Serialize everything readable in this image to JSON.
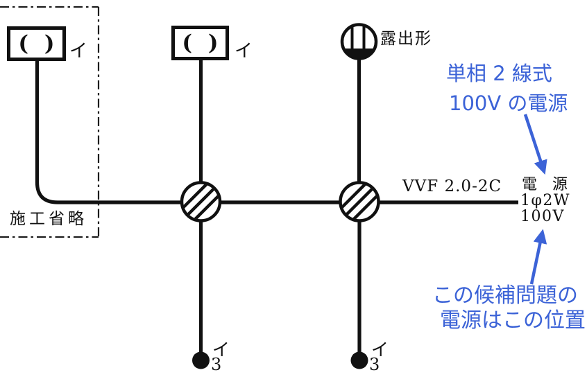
{
  "colors": {
    "ink": "#111111",
    "annotation": "#3c63d7"
  },
  "fixtures": {
    "omitted_section_label": "施工省略",
    "square_ceiling_1": {
      "symbol": "( )",
      "label": "イ"
    },
    "square_ceiling_2": {
      "symbol": "( )",
      "label": "イ"
    },
    "round_ceiling": {
      "label": "露出形"
    }
  },
  "cable": {
    "label": "VVF 2.0-2C"
  },
  "power_source": {
    "line1": "電　源",
    "line2": "1φ2W",
    "line3": "100V"
  },
  "switches": {
    "switch_1": {
      "label": "イ",
      "ways": "3"
    },
    "switch_2": {
      "label": "イ",
      "ways": "3"
    }
  },
  "annotations": {
    "top": {
      "line1": "単相 2 線式",
      "line2": "100V の電源"
    },
    "bottom": {
      "line1": "この候補問題の",
      "line2": "電源はこの位置"
    }
  }
}
